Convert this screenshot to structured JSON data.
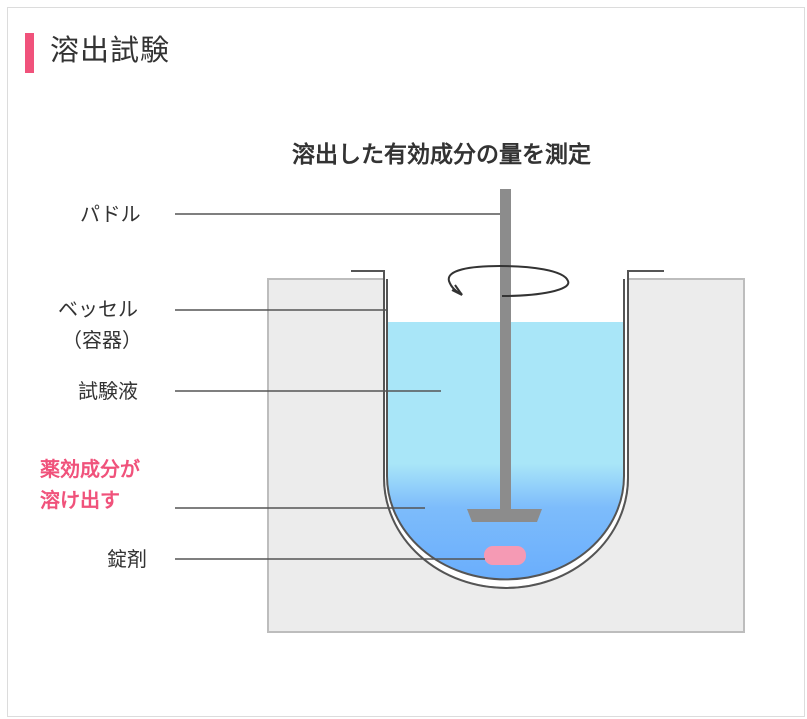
{
  "heading": {
    "title": "溶出試験"
  },
  "diagram": {
    "measure_label": "溶出した有効成分の量を測定",
    "labels": {
      "paddle": "パドル",
      "vessel_line1": "ベッセル",
      "vessel_line2": "（容器）",
      "test_liquid": "試験液",
      "dissolve_line1": "薬効成分が",
      "dissolve_line2": "溶け出す",
      "tablet": "錠剤"
    },
    "colors": {
      "accent": "#f0527b",
      "liquid_top": "#a9e6f8",
      "liquid_bottom": "#6aaefc",
      "housing": "#ececec",
      "paddle": "#8c8c8c",
      "tablet": "#f59ab4"
    }
  }
}
